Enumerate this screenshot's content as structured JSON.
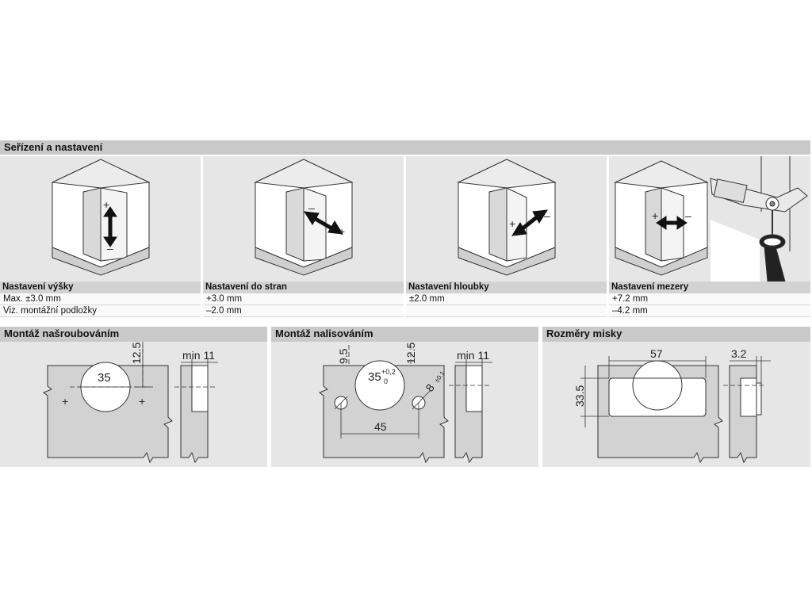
{
  "section_adjust": {
    "title": "Seřízení a nastavení",
    "panels": [
      {
        "label": "Nastavení výšky",
        "lines": [
          "Max. ±3.0 mm",
          "Viz. montážní podložky"
        ],
        "plus": "+",
        "minus": "–"
      },
      {
        "label": "Nastavení do stran",
        "lines": [
          "+3.0 mm",
          "–2.0 mm"
        ],
        "plus": "+",
        "minus": "–"
      },
      {
        "label": "Nastavení hloubky",
        "lines": [
          "±2.0 mm",
          ""
        ],
        "plus": "+",
        "minus": "–"
      },
      {
        "label": "Nastavení mezery",
        "lines": [
          "+7.2 mm",
          "–4.2 mm"
        ],
        "plus": "+",
        "minus": "–"
      }
    ]
  },
  "section_screw": {
    "title": "Montáž našroubováním",
    "dims": {
      "cup": "35",
      "edge": "12.5",
      "min": "min 11",
      "plus": "+"
    }
  },
  "section_press": {
    "title": "Montáž nalisováním",
    "dims": {
      "cup": "35",
      "tol_upper": "+0,2",
      "tol_lower": "0",
      "edge_a": "9.5",
      "edge_b": "12.5",
      "dowel": "8",
      "dowel_tol": "±0.1",
      "spacing": "45",
      "min": "min 11"
    }
  },
  "section_cup": {
    "title": "Rozměry misky",
    "dims": {
      "width": "57",
      "height": "33.5",
      "depth": "3.2"
    }
  }
}
